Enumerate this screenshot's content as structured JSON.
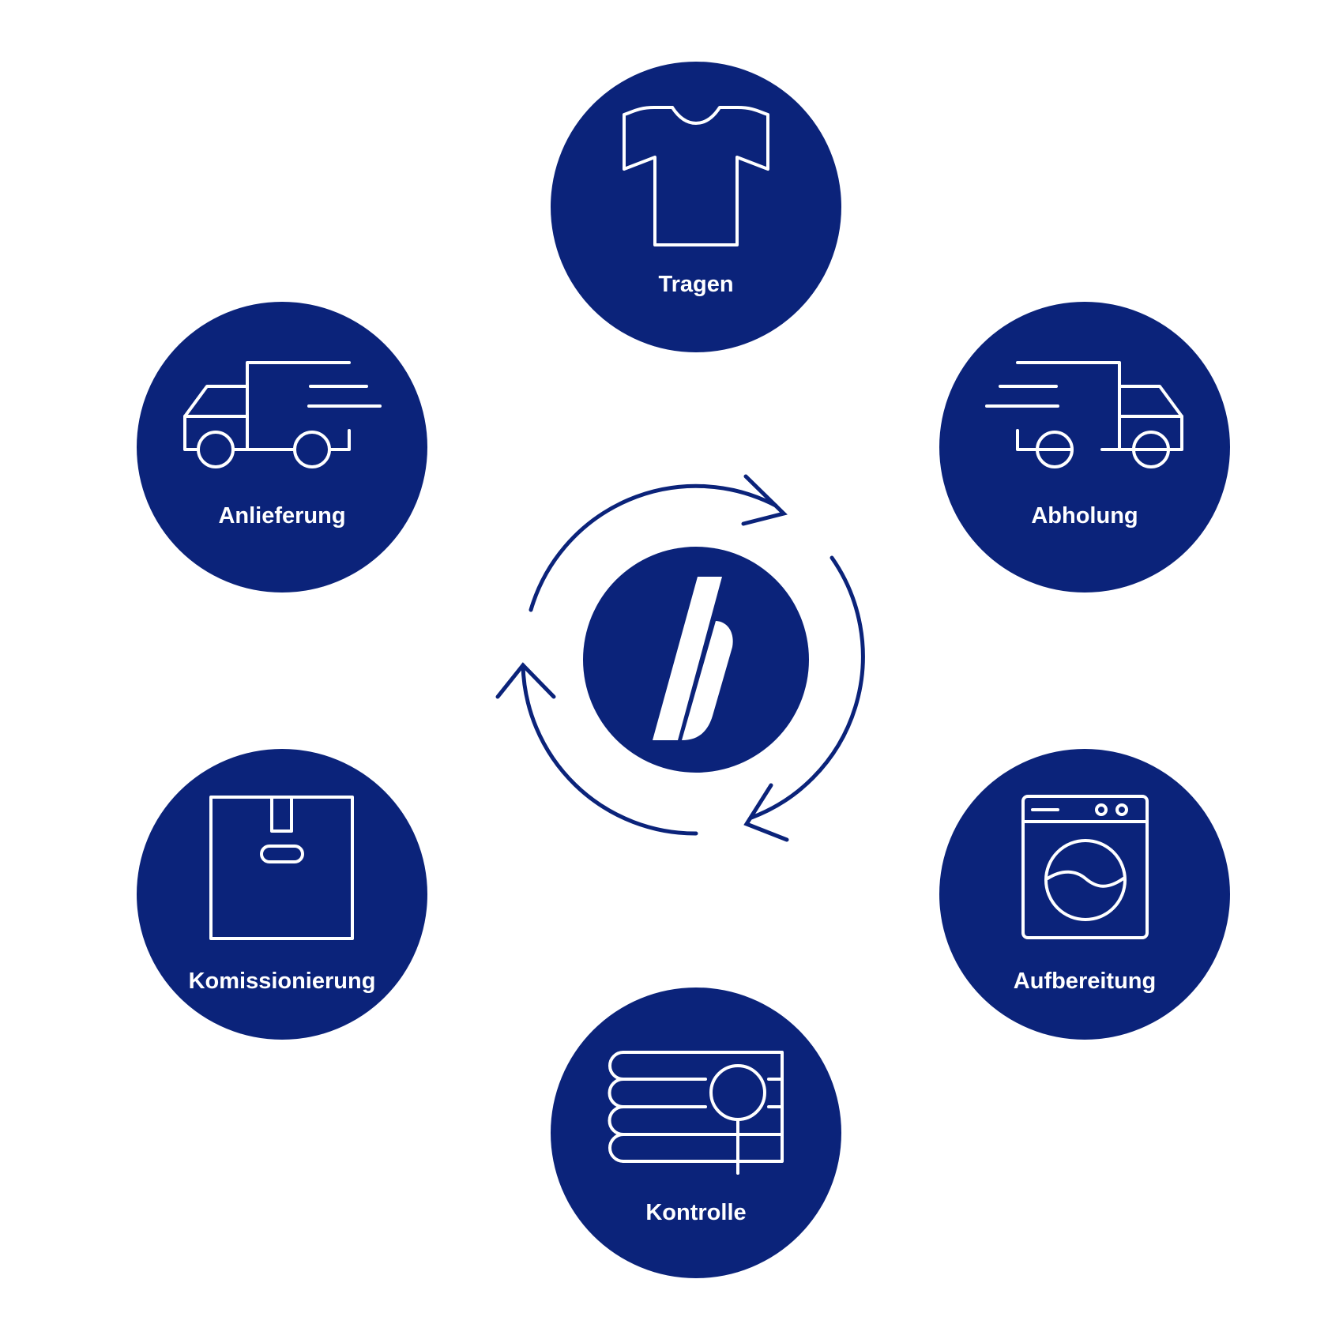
{
  "colors": {
    "brand_blue": "#0b237a",
    "icon_white": "#ffffff",
    "background": "#ffffff"
  },
  "center": {
    "logo_letter": "b",
    "icon": "b-logo-icon"
  },
  "steps": [
    {
      "id": "tragen",
      "label": "Tragen",
      "icon": "tshirt-icon"
    },
    {
      "id": "abholung",
      "label": "Abholung",
      "icon": "truck-icon"
    },
    {
      "id": "aufbereitung",
      "label": "Aufbereitung",
      "icon": "washing-machine-icon"
    },
    {
      "id": "kontrolle",
      "label": "Kontrolle",
      "icon": "folded-clothes-magnifier-icon"
    },
    {
      "id": "komissionierung",
      "label": "Komissionierung",
      "icon": "package-box-icon"
    },
    {
      "id": "anlieferung",
      "label": "Anlieferung",
      "icon": "truck-icon"
    }
  ],
  "cycle": {
    "direction": "clockwise",
    "arrow_count": 3,
    "icon": "cycle-arrows-icon"
  }
}
